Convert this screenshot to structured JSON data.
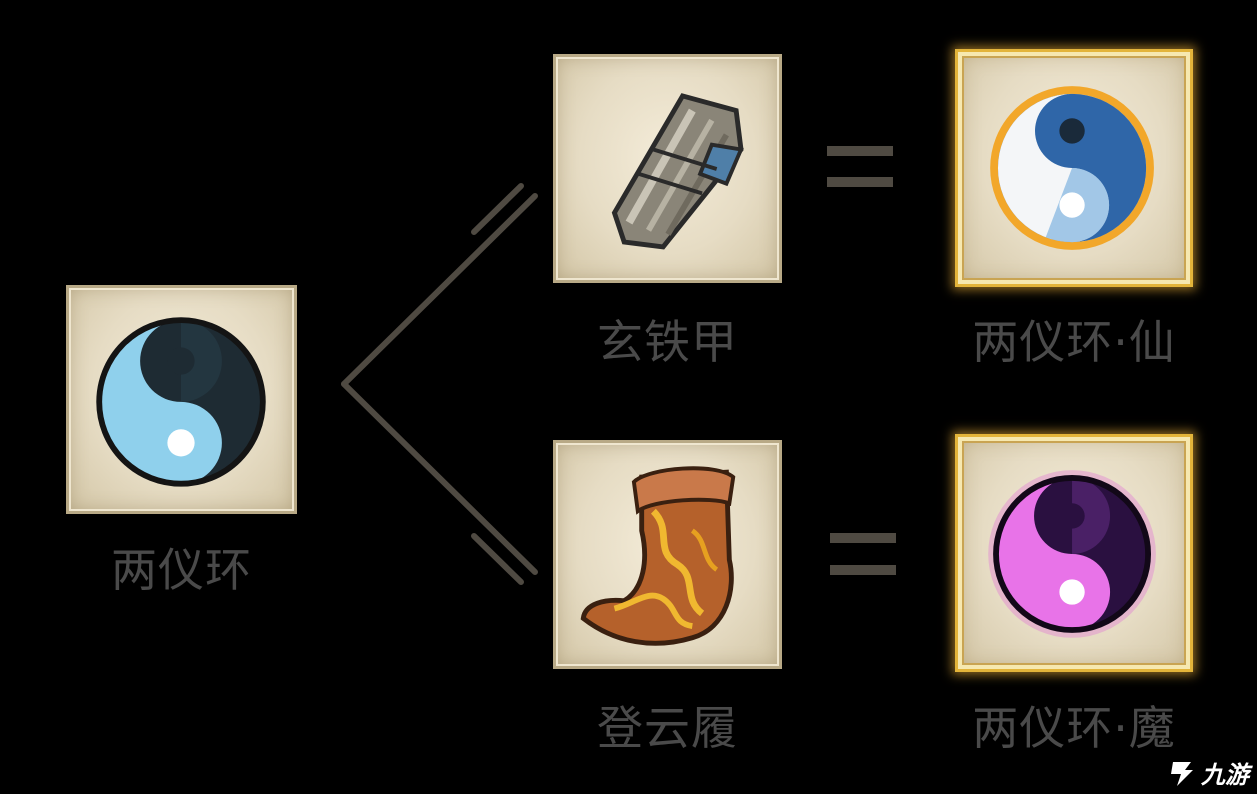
{
  "source_item": {
    "name": "两仪环",
    "icon": "yin-yang-blue-icon"
  },
  "recipes": [
    {
      "ingredient": {
        "name": "玄铁甲",
        "icon": "iron-armguard-icon"
      },
      "equals_icon": "equals-icon",
      "result": {
        "name": "两仪环·仙",
        "icon": "yin-yang-immortal-icon"
      }
    },
    {
      "ingredient": {
        "name": "登云履",
        "icon": "cloud-boots-icon"
      },
      "equals_icon": "equals-icon",
      "result": {
        "name": "两仪环·魔",
        "icon": "yin-yang-demon-icon"
      }
    }
  ],
  "watermark": {
    "text": "九游",
    "icon": "jiuyou-logo-icon"
  },
  "colors": {
    "background": "#000000",
    "label": "#4a4a4a",
    "tile": "#e6dcc4",
    "gold_frame": "#e3b43a",
    "connector": "#4f4a42"
  }
}
